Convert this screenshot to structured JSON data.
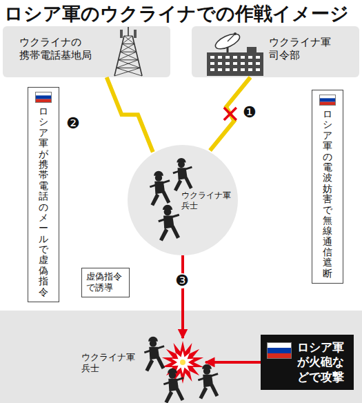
{
  "diagram": {
    "title": "ロシア軍のウクライナでの作戦イメージ",
    "nodes": [
      {
        "text": [
          "ウクライナの 携帯電話基地局"
        ]
      },
      {
        "text": [
          "ウクライナ軍 司令部"
        ]
      },
      {
        "text": [
          "ロシア軍が携帯電話 のメールで虚偽指令"
        ]
      },
      {
        "text": [
          "ウクライナ軍 兵士"
        ]
      },
      {
        "text": [
          "ロシア軍の電波妨害 で無線通信遮断"
        ]
      },
      {
        "text": [
          "虚偽指令 で誘導"
        ]
      },
      {
        "text": [
          "ウクライナ軍 兵士"
        ]
      },
      {
        "text": [
          "ロシア軍 が火砲な どで攻撃"
        ],
        "in": 6
      }
    ],
    "edges": [
      {
        "from": 0,
        "to": 3,
        "arrow": "none"
      },
      {
        "from": 1,
        "to": 3,
        "arrow": "none"
      },
      {
        "from": 3,
        "to": 6,
        "arrow": "to"
      },
      {
        "from": 7,
        "to": 6,
        "arrow": "to"
      }
    ],
    "labels": [
      "❶",
      "❷",
      "❸"
    ]
  }
}
